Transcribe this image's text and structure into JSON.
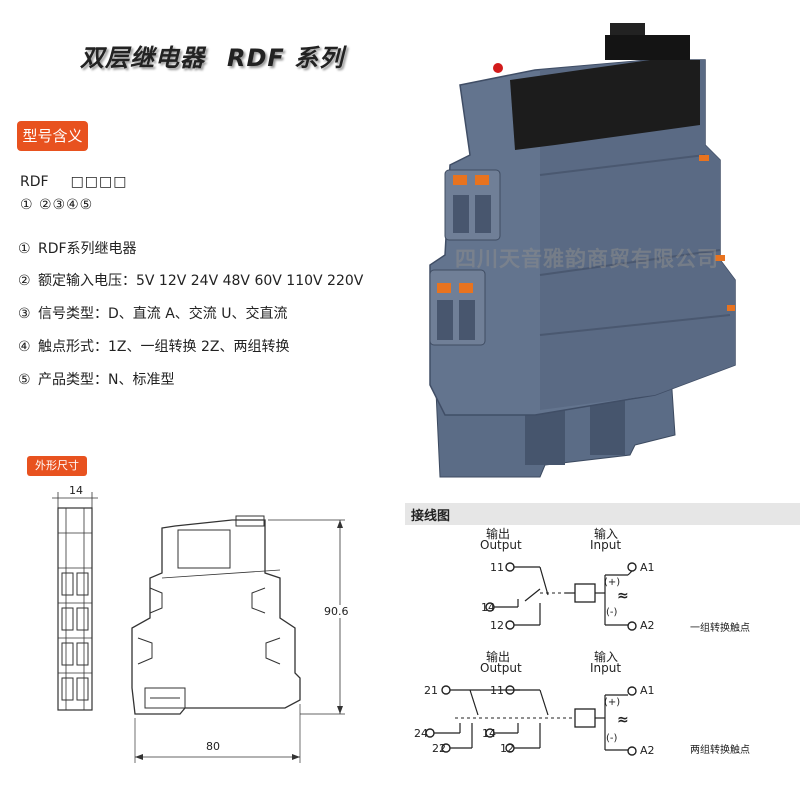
{
  "title": {
    "main": "双层继电器",
    "series": "RDF 系列"
  },
  "model_section": {
    "badge": "型号含义",
    "code_prefix": "RDF",
    "code_boxes": "□□□□",
    "code_numbers": "①  ②③④⑤",
    "items": [
      {
        "num": "①",
        "text": "RDF系列继电器"
      },
      {
        "num": "②",
        "text": "额定输入电压：5V 12V 24V 48V 60V 110V 220V"
      },
      {
        "num": "③",
        "text": "信号类型：D、直流  A、交流  U、交直流"
      },
      {
        "num": "④",
        "text": "触点形式：1Z、一组转换 2Z、两组转换"
      },
      {
        "num": "⑤",
        "text": "产品类型：N、标准型"
      }
    ]
  },
  "dimensions": {
    "badge": "外形尺寸",
    "width_label": "14",
    "height_label": "90.6",
    "length_label": "80"
  },
  "watermark": "四川天音雅韵商贸有限公司",
  "wiring": {
    "title": "接线图",
    "output_cn": "输出",
    "output_en": "Output",
    "input_cn": "输入",
    "input_en": "Input",
    "diagram1": {
      "terminals": {
        "t11": "11",
        "t14": "14",
        "t12": "12",
        "a1": "A1",
        "a2": "A2"
      },
      "plus": "(+)",
      "minus": "(-)",
      "approx": "≈",
      "caption": "一组转换触点"
    },
    "diagram2": {
      "terminals": {
        "t21": "21",
        "t11": "11",
        "t24": "24",
        "t14": "14",
        "t22": "22",
        "t12": "12",
        "a1": "A1",
        "a2": "A2"
      },
      "plus": "(+)",
      "minus": "(-)",
      "approx": "≈",
      "caption": "两组转换触点"
    }
  },
  "colors": {
    "accent": "#e8521f",
    "relay_body": "#5f7089",
    "relay_top": "#1c1c1c",
    "terminal": "#e8731f"
  }
}
